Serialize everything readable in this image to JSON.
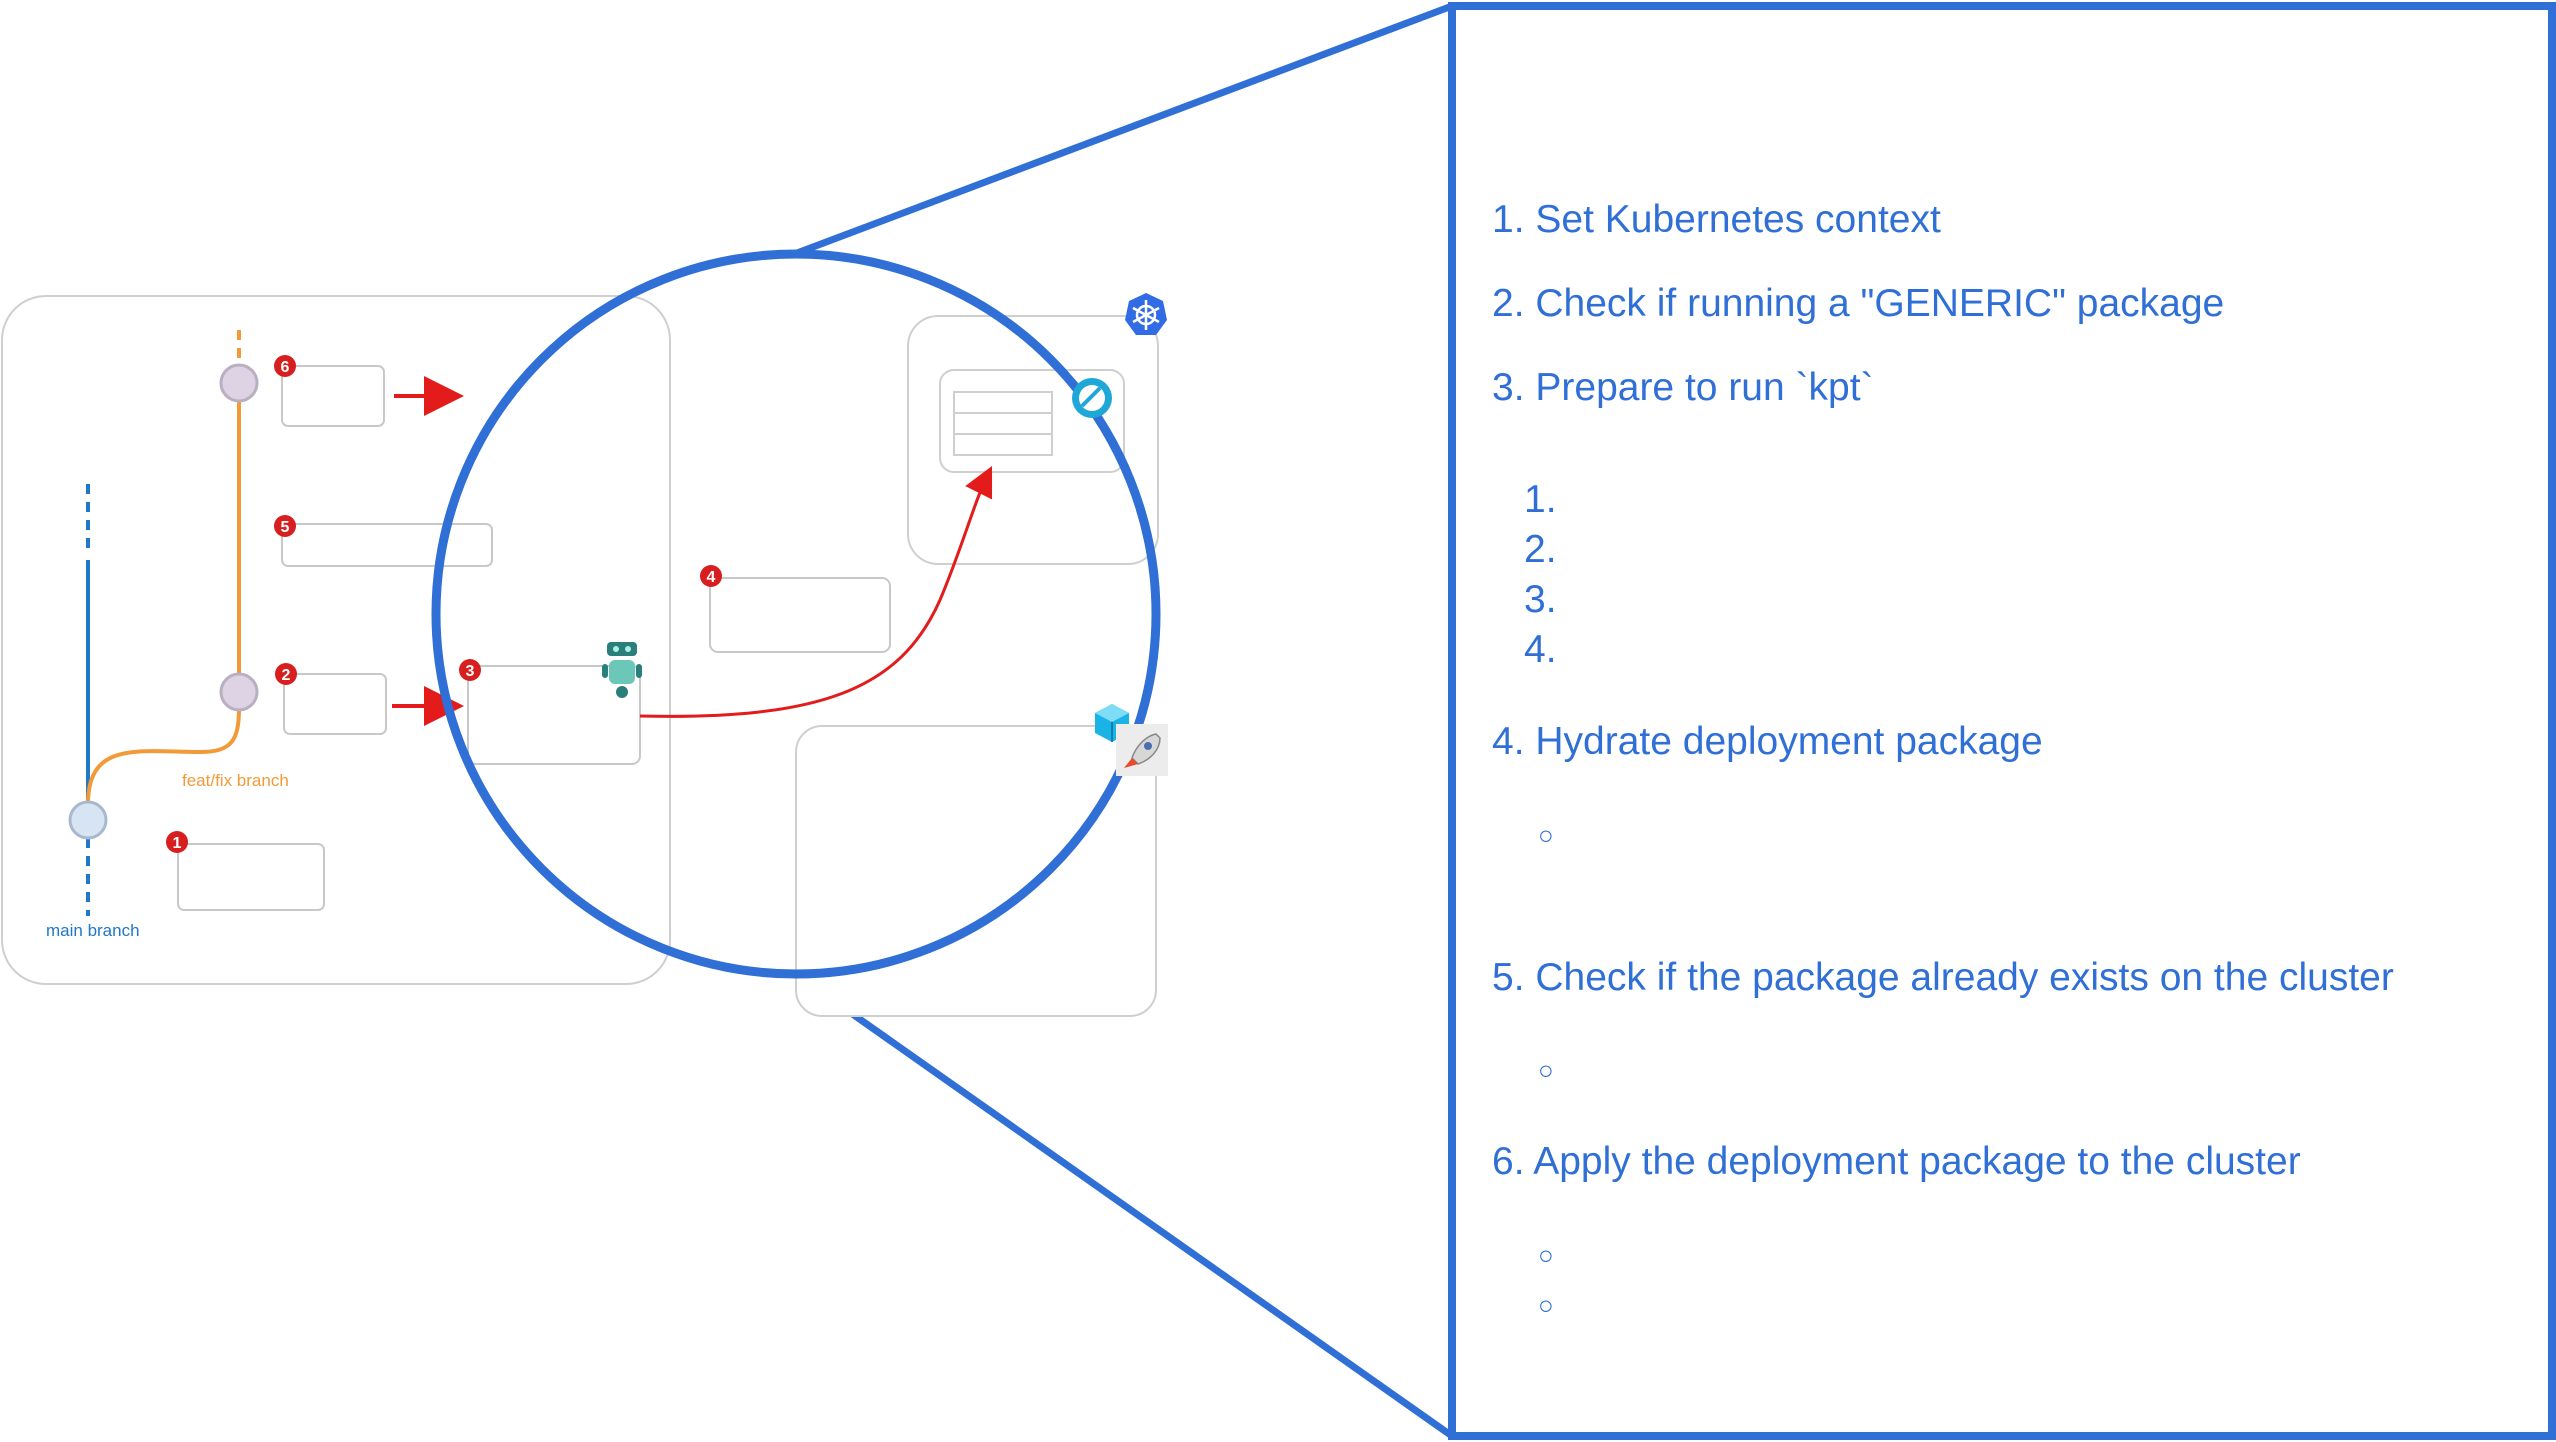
{
  "diagram": {
    "branches": {
      "main_label": "main branch",
      "feature_label": "feat/fix branch"
    },
    "badges": [
      "1",
      "2",
      "3",
      "4",
      "5",
      "6"
    ],
    "colors": {
      "accent_blue": "#2f6fd6",
      "main_branch": "#1f78c8",
      "feature_branch": "#f29a38",
      "flow_arrow": "#e31b1b",
      "badge": "#d81f1f",
      "commit_main": "#d6e4f4",
      "commit_feature": "#ddd3e5",
      "box_border": "#c8c8c8"
    },
    "icons": [
      "kubernetes-icon",
      "robot-icon",
      "cube-icon",
      "rocket-icon",
      "helm-icon"
    ]
  },
  "steps": [
    {
      "number": "1.",
      "label": "Set Kubernetes context"
    },
    {
      "number": "2.",
      "label": "Check if running a \"GENERIC\" package"
    },
    {
      "number": "3.",
      "label": "Prepare to run `kpt`"
    },
    {
      "number": "4.",
      "label": "Hydrate deployment package"
    },
    {
      "number": "5.",
      "label": "Check if the package already exists on the cluster"
    },
    {
      "number": "6.",
      "label": "Apply the deployment package to the cluster"
    }
  ],
  "substeps": {
    "numbered": [
      "1.",
      "2.",
      "3.",
      "4."
    ],
    "bullet_glyph": "○"
  }
}
